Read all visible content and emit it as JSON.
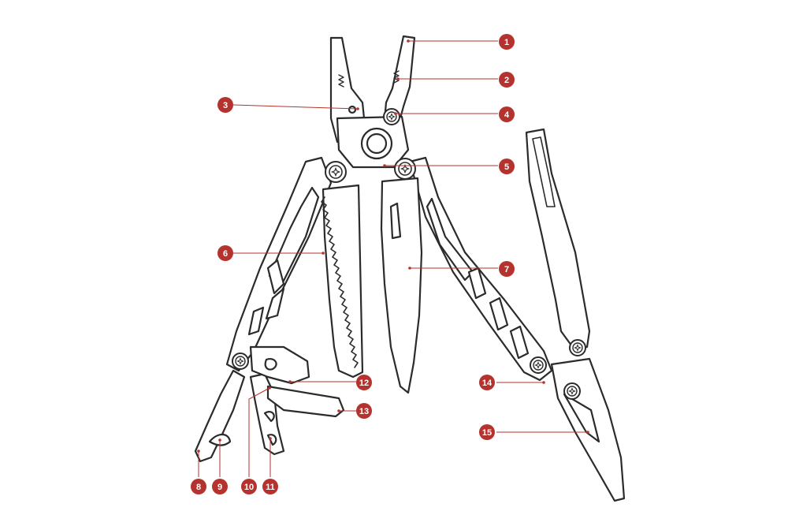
{
  "colors": {
    "outline": "#2b2b2b",
    "metal_fill": "#ffffff",
    "callout": "#b5332e",
    "callout_text": "#ffffff",
    "background": "#ffffff"
  },
  "callouts": [
    {
      "id": "1",
      "label": "1"
    },
    {
      "id": "2",
      "label": "2"
    },
    {
      "id": "3",
      "label": "3"
    },
    {
      "id": "4",
      "label": "4"
    },
    {
      "id": "5",
      "label": "5"
    },
    {
      "id": "6",
      "label": "6"
    },
    {
      "id": "7",
      "label": "7"
    },
    {
      "id": "8",
      "label": "8"
    },
    {
      "id": "9",
      "label": "9"
    },
    {
      "id": "10",
      "label": "10"
    },
    {
      "id": "11",
      "label": "11"
    },
    {
      "id": "12",
      "label": "12"
    },
    {
      "id": "13",
      "label": "13"
    },
    {
      "id": "14",
      "label": "14"
    },
    {
      "id": "15",
      "label": "15"
    }
  ]
}
